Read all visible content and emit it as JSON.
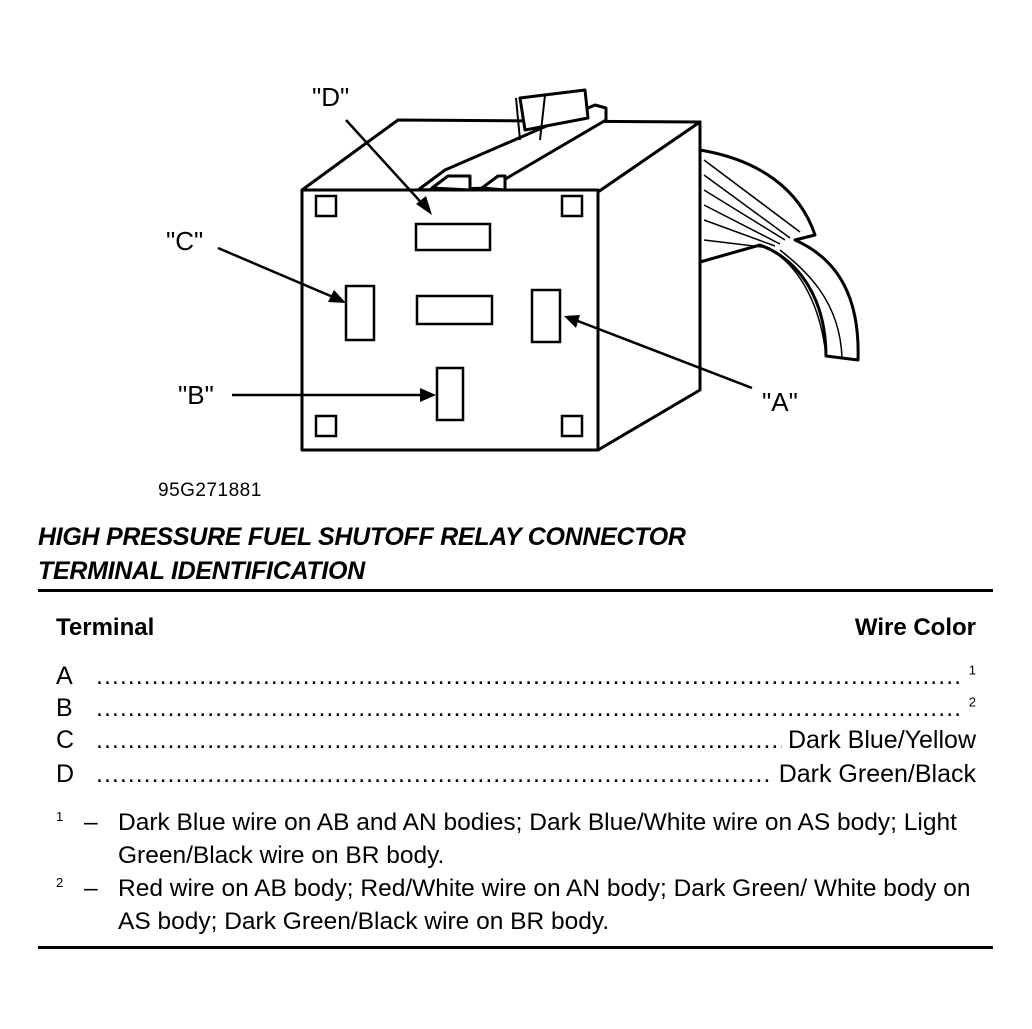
{
  "diagram": {
    "callouts": {
      "d": "\"D\"",
      "c": "\"C\"",
      "b": "\"B\"",
      "a": "\"A\""
    },
    "figure_id": "95G271881"
  },
  "title": {
    "line1": "HIGH PRESSURE FUEL SHUTOFF RELAY CONNECTOR",
    "line2": "TERMINAL IDENTIFICATION"
  },
  "table": {
    "col_terminal": "Terminal",
    "col_wire_color": "Wire Color",
    "rows": [
      {
        "terminal": "A",
        "color": "",
        "note_ref": "1"
      },
      {
        "terminal": "B",
        "color": "",
        "note_ref": "2"
      },
      {
        "terminal": "C",
        "color": "Dark Blue/Yellow",
        "note_ref": ""
      },
      {
        "terminal": "D",
        "color": "Dark Green/Black",
        "note_ref": ""
      }
    ]
  },
  "notes": [
    {
      "mark": "1",
      "dash": "–",
      "text": "Dark Blue wire on AB and AN bodies; Dark Blue/White wire on AS body; Light Green/Black wire on BR body."
    },
    {
      "mark": "2",
      "dash": "–",
      "text": "Red wire on AB body; Red/White wire on AN body; Dark Green/ White body on AS body; Dark Green/Black wire on BR body."
    }
  ]
}
